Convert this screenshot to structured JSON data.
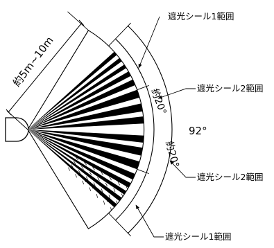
{
  "distance_label": "約5m~10m",
  "total_angle_label": "92°",
  "zone_angle_upper_label": "約20°",
  "zone_angle_lower_label": "約20°",
  "callouts": {
    "top": "遮光シール1範囲",
    "upper_mid": "遮光シール2範囲",
    "lower_mid": "遮光シール2範囲",
    "bottom": "遮光シール1範囲"
  }
}
